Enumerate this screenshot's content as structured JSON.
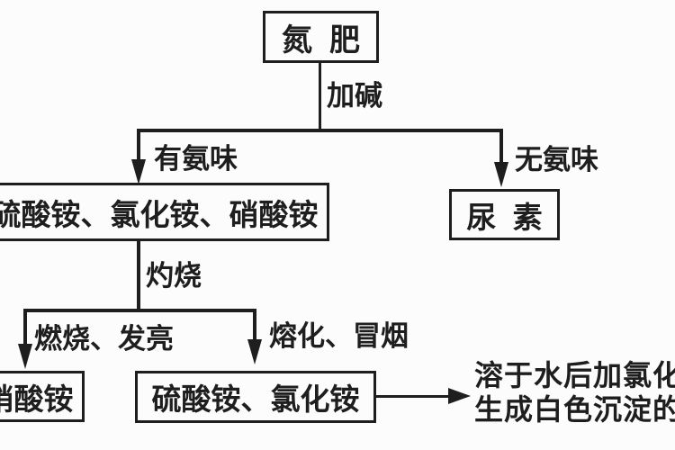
{
  "canvas": {
    "background_color": "#fcfcfc",
    "ink_color": "#1e1e1e"
  },
  "flowchart": {
    "boxes": {
      "nitrogen_fertilizer": "氮  肥",
      "ammonium_salts": "硫酸铵、氯化铵、硝酸铵",
      "urea": "尿  素",
      "ammonium_nitrate": "硝酸铵",
      "ammonium_sulfate_chloride": "硫酸铵、氯化铵"
    },
    "edges": {
      "add_alkali": "加碱",
      "ammonia_smell": "有氨味",
      "no_ammonia_smell": "无氨味",
      "calcination": "灼烧",
      "burns_glows": "燃烧、发亮",
      "melts_smokes": "熔化、冒烟"
    },
    "result_note": {
      "line1": "溶于水后加氯化",
      "line2": "生成白色沉淀的"
    }
  }
}
